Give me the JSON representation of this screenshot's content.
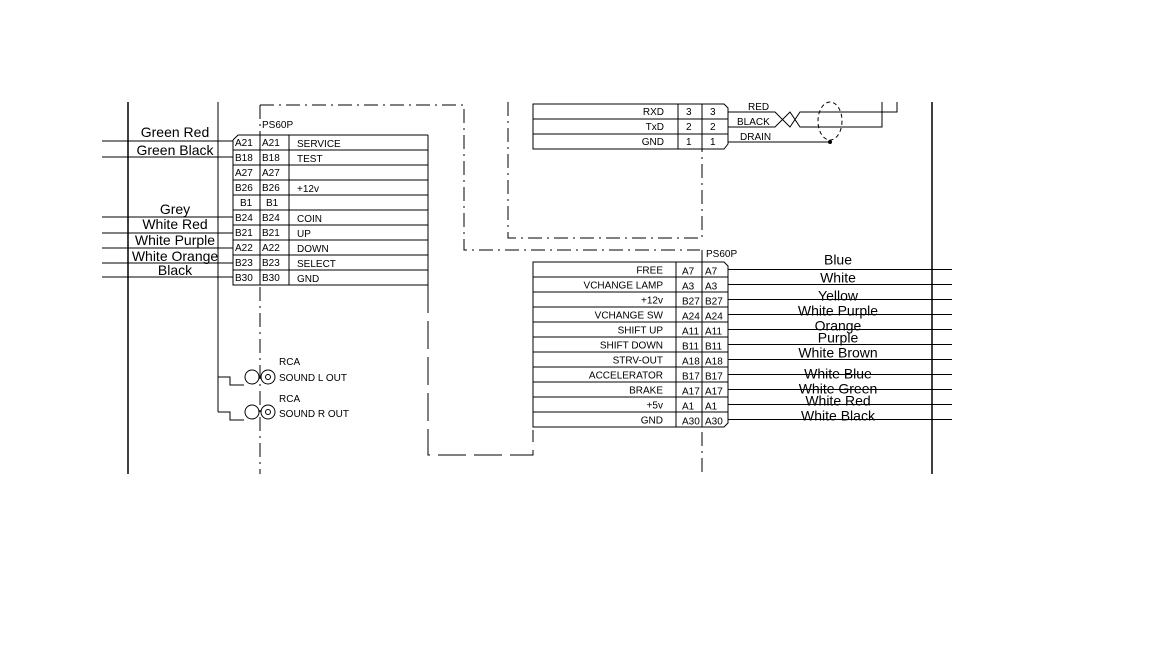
{
  "left_connector": {
    "title": "PS60P",
    "rows": [
      {
        "pin": "A21",
        "signal": "SERVICE",
        "wire": "Green Red"
      },
      {
        "pin": "B18",
        "signal": "TEST",
        "wire": "Green Black"
      },
      {
        "pin": "A27",
        "signal": "",
        "wire": ""
      },
      {
        "pin": "B26",
        "signal": "+12v",
        "wire": ""
      },
      {
        "pin": "B1",
        "signal": "",
        "wire": "Grey"
      },
      {
        "pin": "B24",
        "signal": "COIN",
        "wire": "White Red"
      },
      {
        "pin": "B21",
        "signal": "UP",
        "wire": "White Purple"
      },
      {
        "pin": "A22",
        "signal": "DOWN",
        "wire": "White Orange"
      },
      {
        "pin": "B23",
        "signal": "SELECT",
        "wire": "Black"
      },
      {
        "pin": "B30",
        "signal": "GND",
        "wire": ""
      }
    ]
  },
  "rca": [
    {
      "type": "RCA",
      "label": "SOUND L OUT"
    },
    {
      "type": "RCA",
      "label": "SOUND R OUT"
    }
  ],
  "serial_connector": {
    "rows": [
      {
        "signal": "RXD",
        "pin_a": "3",
        "pin_b": "3",
        "wire": "RED"
      },
      {
        "signal": "TxD",
        "pin_a": "2",
        "pin_b": "2",
        "wire": "BLACK"
      },
      {
        "signal": "GND",
        "pin_a": "1",
        "pin_b": "1",
        "wire": "DRAIN"
      }
    ]
  },
  "right_connector": {
    "title": "PS60P",
    "rows": [
      {
        "signal": "FREE",
        "pin": "A7",
        "wire": "Blue"
      },
      {
        "signal": "VCHANGE LAMP",
        "pin": "A3",
        "wire": "White"
      },
      {
        "signal": "+12v",
        "pin": "B27",
        "wire": "Yellow"
      },
      {
        "signal": "VCHANGE SW",
        "pin": "A24",
        "wire": "White Purple"
      },
      {
        "signal": "SHIFT UP",
        "pin": "A11",
        "wire": "Orange"
      },
      {
        "signal": "SHIFT DOWN",
        "pin": "B11",
        "wire": "Purple"
      },
      {
        "signal": "STRV-OUT",
        "pin": "A18",
        "wire": "White Brown"
      },
      {
        "signal": "ACCELERATOR",
        "pin": "B17",
        "wire": "White Blue"
      },
      {
        "signal": "BRAKE",
        "pin": "A17",
        "wire": "White Green"
      },
      {
        "signal": "+5v",
        "pin": "A1",
        "wire": "White Red"
      },
      {
        "signal": "GND",
        "pin": "A30",
        "wire": "White Black"
      }
    ]
  }
}
